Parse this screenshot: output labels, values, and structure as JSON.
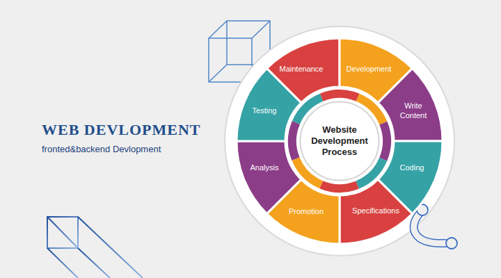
{
  "diagram": {
    "title": "WEB DEVLOPMENT",
    "nodes": [
      {
        "text": [
          "Maintenance"
        ]
      },
      {
        "text": [
          "Development"
        ]
      },
      {
        "text": [
          "Write Content"
        ]
      },
      {
        "text": [
          "Coding"
        ]
      },
      {
        "text": [
          "Specifications"
        ]
      },
      {
        "text": [
          "Promotion"
        ]
      },
      {
        "text": [
          "Analysis"
        ]
      },
      {
        "text": [
          "Testing"
        ]
      },
      {
        "text": [
          "Website Development Process"
        ]
      }
    ],
    "labels": [
      "fronted&backend Devlopment"
    ]
  }
}
